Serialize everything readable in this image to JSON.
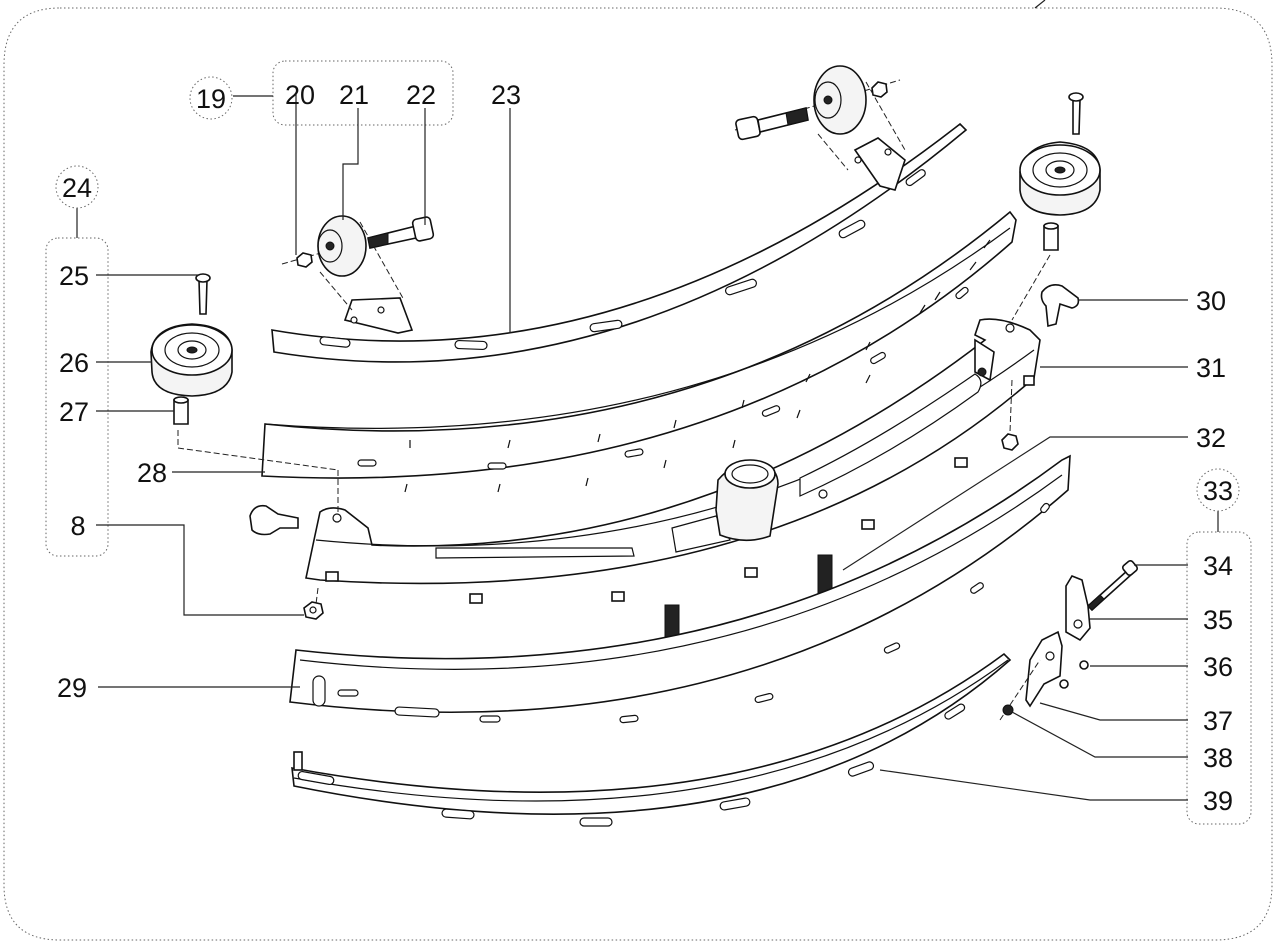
{
  "callouts": {
    "c19": "19",
    "c20": "20",
    "c21": "21",
    "c22": "22",
    "c23": "23",
    "c24": "24",
    "c25": "25",
    "c26": "26",
    "c27": "27",
    "c28": "28",
    "c8": "8",
    "c29": "29",
    "c30": "30",
    "c31": "31",
    "c32": "32",
    "c33": "33",
    "c34": "34",
    "c35": "35",
    "c36": "36",
    "c37": "37",
    "c38": "38",
    "c39": "39"
  }
}
